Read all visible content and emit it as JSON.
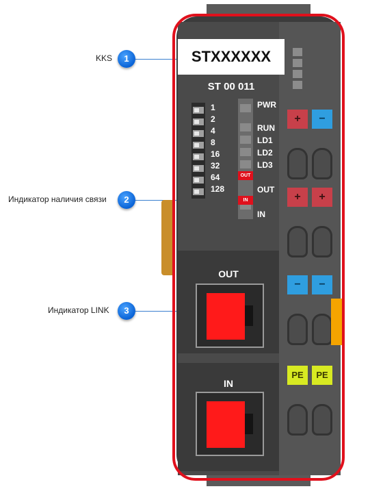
{
  "callouts": [
    {
      "number": "1",
      "label": "KKS"
    },
    {
      "number": "2",
      "label": "Индикатор наличия связи"
    },
    {
      "number": "3",
      "label": "Индикатор LINK"
    }
  ],
  "device": {
    "kks_tag": "STXXXXXX",
    "module_label": "ST 00 011",
    "dip_labels": [
      "1",
      "2",
      "4",
      "8",
      "16",
      "32",
      "64",
      "128"
    ],
    "led_labels": [
      "PWR",
      "RUN",
      "LD1",
      "LD2",
      "LD3",
      "OUT",
      "IN"
    ],
    "led_badges": {
      "out": "OUT",
      "in": "IN"
    },
    "ports": {
      "out_label": "OUT",
      "in_label": "IN"
    },
    "terminals": {
      "row1": [
        "+",
        "−"
      ],
      "row2": [
        "+",
        "+"
      ],
      "row3": [
        "−",
        "−"
      ],
      "row4": [
        "PE",
        "PE"
      ]
    }
  },
  "colors": {
    "outline": "#e0101c",
    "callout_badge": "#0a63d6",
    "port_jack": "#ff1a1a",
    "plus_terminal": "#c8404a",
    "minus_terminal": "#2f9ee0",
    "pe_terminal": "#d8ea22"
  }
}
